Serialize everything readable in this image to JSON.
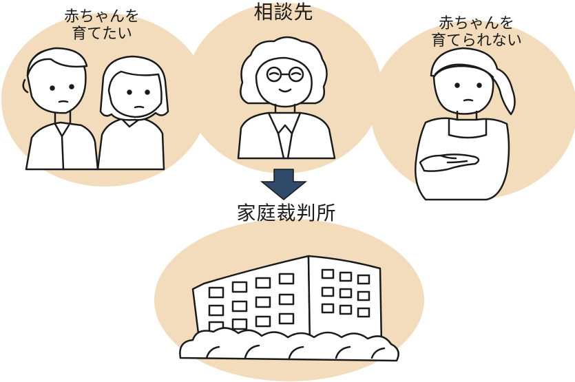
{
  "labels": {
    "want_to_raise": [
      "赤ちゃんを",
      "育てたい"
    ],
    "consultation": "相談先",
    "cannot_raise": [
      "赤ちゃんを",
      "育てられない"
    ],
    "family_court": "家庭裁判所"
  },
  "colors": {
    "circle_fill": "#f2dcbc",
    "arrow_fill": "#2f4a6b",
    "ink": "#1a1a1a"
  },
  "icons": {
    "couple": "couple-illustration",
    "counselor": "counselor-illustration",
    "pregnant_woman": "pregnant-woman-illustration",
    "arrow": "arrow-down-icon",
    "building": "courthouse-building-illustration"
  }
}
